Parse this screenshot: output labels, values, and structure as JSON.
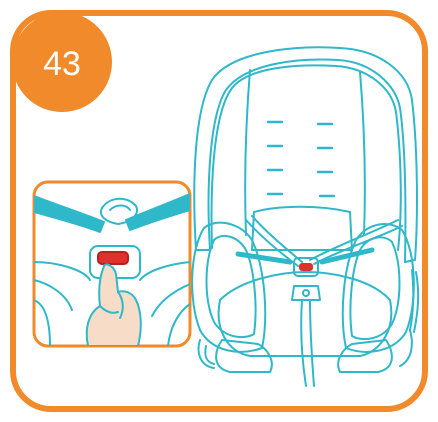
{
  "step": {
    "number": "43"
  },
  "colors": {
    "frame": "#f08a2b",
    "badge": "#f08a2b",
    "line": "#2fb8c9",
    "strap": "#2fb8c9",
    "chest_clip_button": "#e0302c",
    "skin": "#f7dcc8"
  },
  "illustration": {
    "main": "car-seat-with-harness",
    "inset": "hand-pressing-chest-clip-button"
  }
}
